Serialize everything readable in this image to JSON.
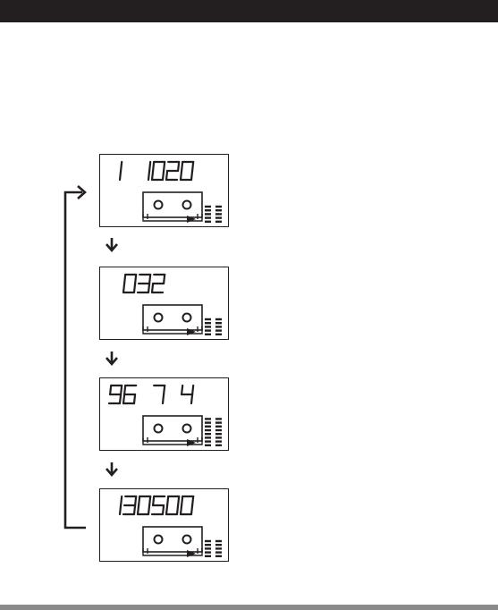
{
  "colors": {
    "ink": "#231f20",
    "header": "#231f20",
    "footer": "#8a8a8a"
  },
  "displays": [
    {
      "digits": "1 1020 ",
      "level": 5,
      "total": 8
    },
    {
      "digits": " 032   ",
      "level": 5,
      "total": 8
    },
    {
      "digits": "96 7 4 ",
      "level": 8,
      "total": 8
    },
    {
      "digits": "130500 ",
      "level": 5,
      "total": 8
    }
  ],
  "icons": {
    "cassette": "cassette-icon",
    "play": "play-triangle-icon",
    "arrow": "arrow-down-icon",
    "loop": "return-loop-arrow-icon"
  }
}
